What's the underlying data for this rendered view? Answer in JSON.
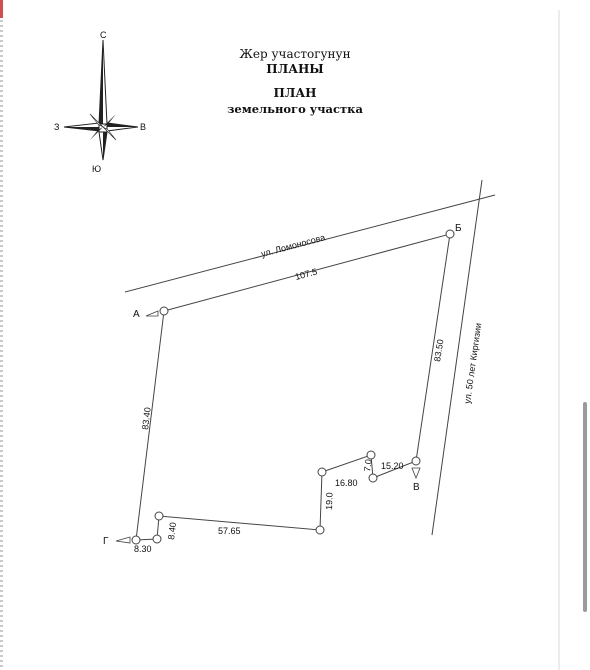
{
  "header": {
    "title_kg_line1": "Жер участогунун",
    "title_kg_line2": "ПЛАНЫ",
    "title_ru_line1": "ПЛАН",
    "title_ru_line2": "земельного участка"
  },
  "compass": {
    "north": "С",
    "south": "Ю",
    "west": "З",
    "east": "В"
  },
  "streets": {
    "top": "ул. Ломоносова",
    "right": "ул. 50 лет Киргизии"
  },
  "points": {
    "a": "А",
    "b": "Б",
    "v": "В",
    "g": "Г"
  },
  "dimensions": {
    "ab": "107.5",
    "b_v": "83.50",
    "v_w": "15.20",
    "w_x": "7.0",
    "x_y": "16.80",
    "y_z": "19.0",
    "z_q": "57.65",
    "q_r": "8.40",
    "r_g": "8.30",
    "g_a": "83.40"
  },
  "colors": {
    "line": "#444444",
    "scrollbar": "#9a9a9a",
    "edge_mark": "#d05050"
  }
}
